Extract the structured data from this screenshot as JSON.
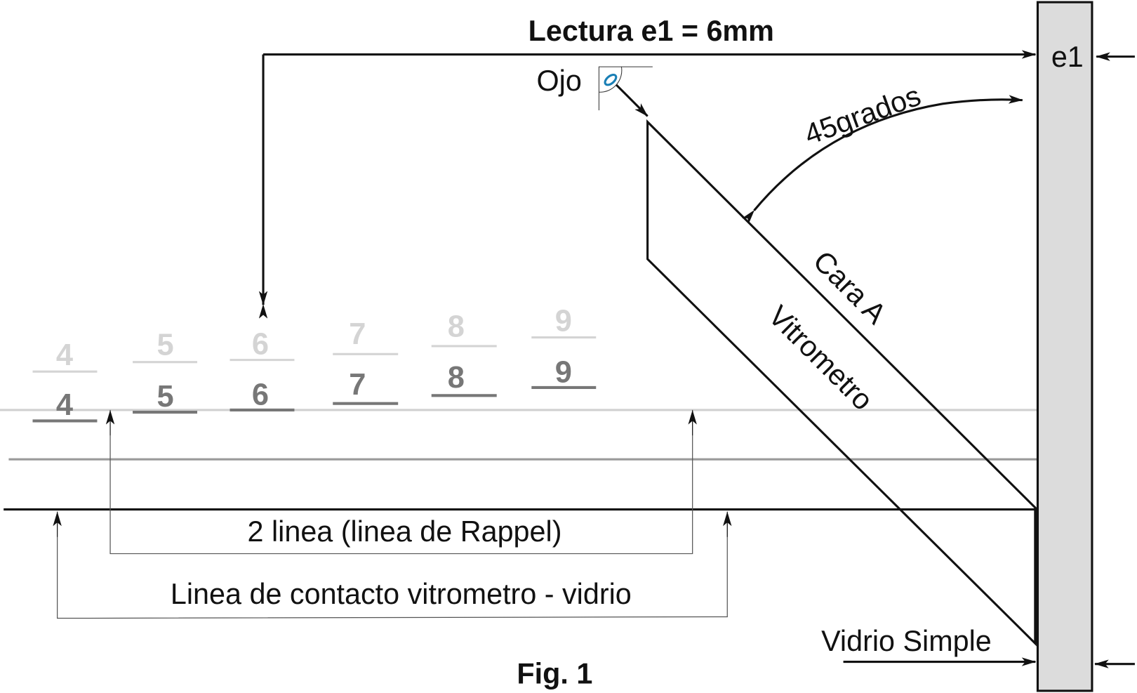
{
  "title": "Lectura e1 = 6mm",
  "pane_label": "e1",
  "eye_label": "Ojo",
  "angle_label": "45grados",
  "face_label": "Cara A",
  "instrument_label": "Vitrometro",
  "rappel_label": "2 linea (linea de Rappel)",
  "contact_label": "Linea de contacto vitrometro - vidrio",
  "glass_label": "Vidrio Simple",
  "caption": "Fig. 1",
  "scale_numbers": [
    "4",
    "5",
    "6",
    "7",
    "8",
    "9"
  ],
  "colors": {
    "pane": "#dcdcdc",
    "reflection": "#d0d0d0",
    "scale": "#777777",
    "eye": "#1a7fb5"
  }
}
